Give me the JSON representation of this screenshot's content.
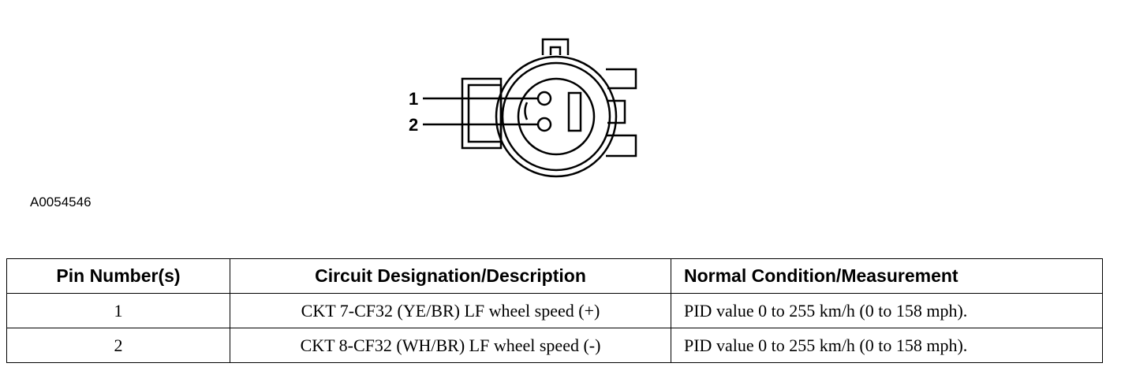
{
  "diagram": {
    "pins": [
      {
        "label": "1"
      },
      {
        "label": "2"
      }
    ],
    "figure_id": "A0054546"
  },
  "table": {
    "headers": [
      "Pin Number(s)",
      "Circuit Designation/Description",
      "Normal Condition/Measurement"
    ],
    "rows": [
      [
        "1",
        "CKT 7-CF32 (YE/BR) LF wheel speed (+)",
        "PID value 0 to 255 km/h (0 to 158 mph)."
      ],
      [
        "2",
        "CKT 8-CF32 (WH/BR) LF wheel speed (-)",
        "PID value 0 to 255 km/h (0 to 158 mph)."
      ]
    ]
  }
}
